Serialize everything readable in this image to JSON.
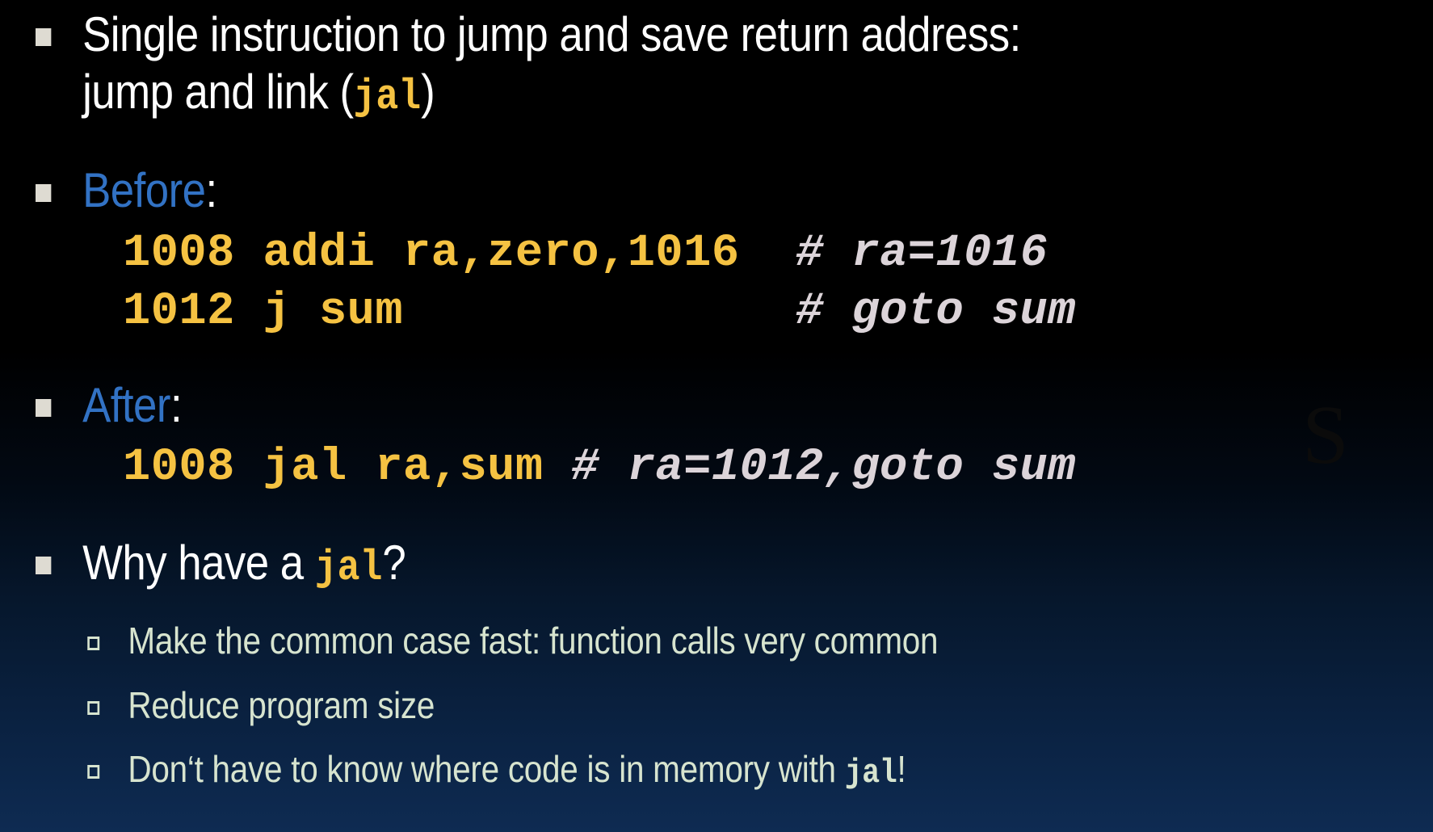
{
  "slide": {
    "background": {
      "top_color": "#000000",
      "bottom_color": "#0e2b52",
      "watermark_glyph": "S"
    },
    "colors": {
      "body_text": "#ffffff",
      "keyword_blue": "#3272c4",
      "code_gold": "#f5c242",
      "comment_gray": "#dcd4d9",
      "sub_bullet_green": "#d7e4cf",
      "bullet_marker": "#dedbd2"
    },
    "bullets": [
      {
        "id": "jal-intro",
        "marker": "filled-square",
        "line1_pre": "Single instruction to jump and save return address:",
        "line2_pre": "jump and link (",
        "line2_code": "jal",
        "line2_post": ")"
      },
      {
        "id": "before",
        "marker": "filled-square",
        "label": "Before",
        "label_suffix": ":",
        "code": [
          {
            "asm": "1008 addi ra,zero,1016",
            "gap": "  ",
            "comment": "# ra=1016"
          },
          {
            "asm": "1012 j sum",
            "gap": "              ",
            "comment": "# goto sum"
          }
        ]
      },
      {
        "id": "after",
        "marker": "filled-square",
        "label": "After",
        "label_suffix": ":",
        "code": [
          {
            "asm": "1008 jal ra,sum ",
            "gap": "",
            "comment": "# ra=1012,goto sum"
          }
        ]
      },
      {
        "id": "why-jal",
        "marker": "filled-square",
        "text_pre": "Why have a ",
        "code": "jal",
        "text_post": "?"
      }
    ],
    "sub_bullets": [
      {
        "id": "common-case",
        "marker": "hollow-square",
        "text_pre": "Make the common case fast: function calls very common",
        "code": "",
        "text_post": ""
      },
      {
        "id": "reduce-size",
        "marker": "hollow-square",
        "text_pre": "Reduce program size",
        "code": "",
        "text_post": ""
      },
      {
        "id": "code-location",
        "marker": "hollow-square",
        "text_pre": "Don‘t have to know where code is in memory with ",
        "code": "jal",
        "text_post": "!"
      }
    ]
  }
}
